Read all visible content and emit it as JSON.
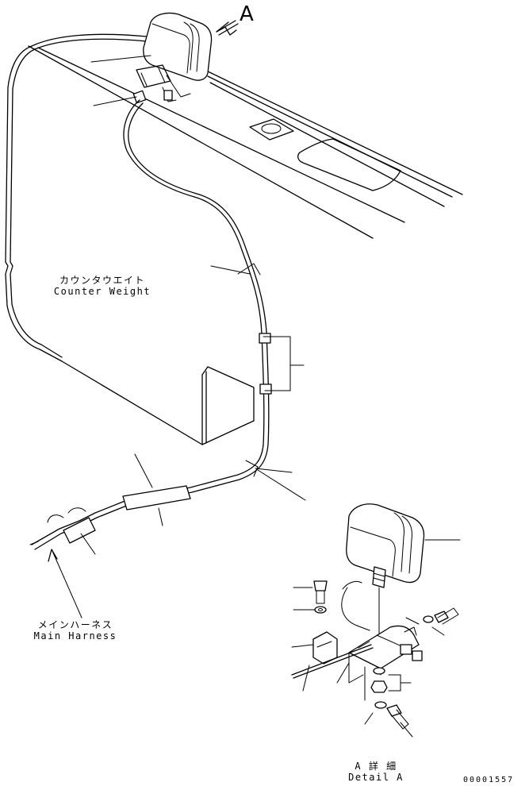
{
  "view_marker": "A",
  "counterweight": {
    "label_jp": "カウンタウエイト",
    "label_en": "Counter Weight"
  },
  "main_harness": {
    "label_jp": "メインハーネス",
    "label_en": "Main Harness"
  },
  "detail": {
    "label_jp": "A 詳 細",
    "label_en": "Detail A"
  },
  "drawing_number": "00001557"
}
